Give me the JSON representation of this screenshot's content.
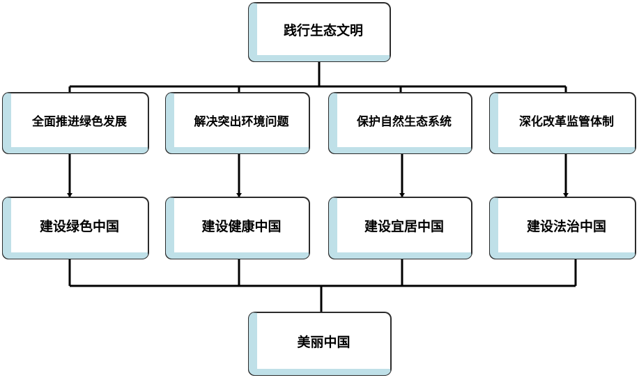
{
  "root": {
    "label": "践行生态文明"
  },
  "actions": [
    {
      "label": "全面推进绿色发展"
    },
    {
      "label": "解决突出环境问题"
    },
    {
      "label": "保护自然生态系统"
    },
    {
      "label": "深化改革监管体制"
    }
  ],
  "goals": [
    {
      "label": "建设绿色中国"
    },
    {
      "label": "建设健康中国"
    },
    {
      "label": "建设宜居中国"
    },
    {
      "label": "建设法治中国"
    }
  ],
  "result": {
    "label": "美丽中国"
  },
  "colors": {
    "box_accent": "#bfe0e8",
    "line": "#000000",
    "box_border": "#2b2b2b"
  }
}
